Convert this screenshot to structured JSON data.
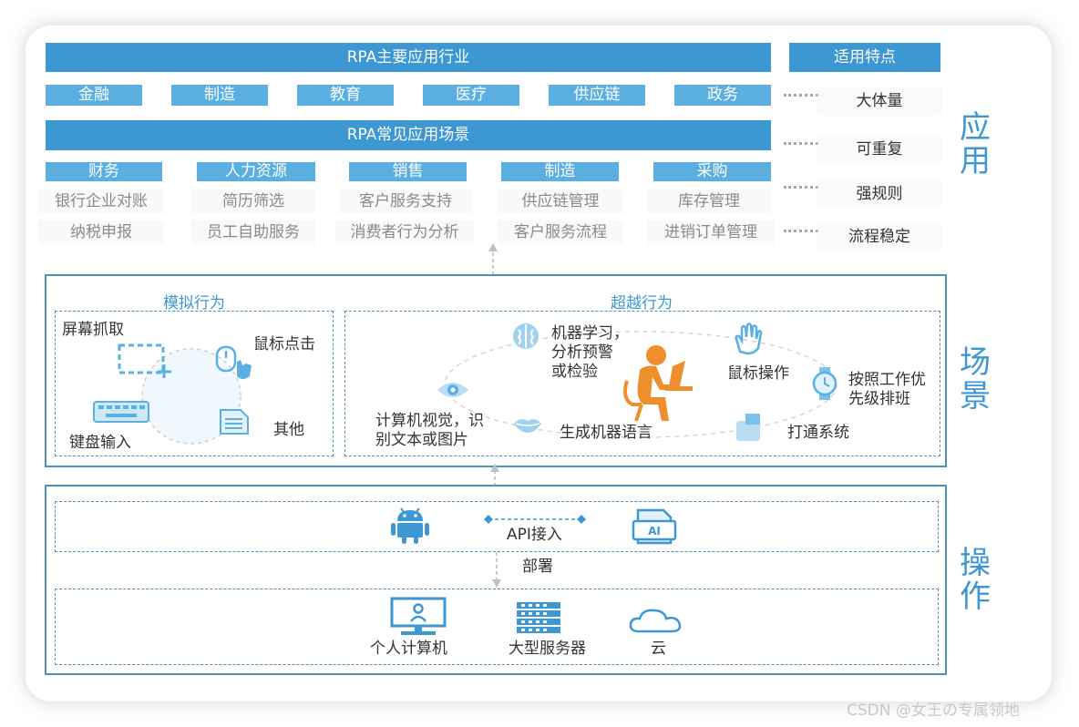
{
  "industries": {
    "title": "RPA主要应用行业",
    "items": [
      "金融",
      "制造",
      "教育",
      "医疗",
      "供应链",
      "政务"
    ]
  },
  "features": {
    "title": "适用特点",
    "items": [
      "大体量",
      "可重复",
      "强规则",
      "流程稳定"
    ]
  },
  "scenarios": {
    "title": "RPA常见应用场景",
    "categories": [
      {
        "label": "财务",
        "items": [
          "银行企业对账",
          "纳税申报"
        ]
      },
      {
        "label": "人力资源",
        "items": [
          "简历筛选",
          "员工自助服务"
        ]
      },
      {
        "label": "销售",
        "items": [
          "客户服务支持",
          "消费者行为分析"
        ]
      },
      {
        "label": "制造",
        "items": [
          "供应链管理",
          "客户服务流程"
        ]
      },
      {
        "label": "采购",
        "items": [
          "库存管理",
          "进销订单管理"
        ]
      }
    ]
  },
  "side_labels": {
    "application": "应用",
    "scene": "场景",
    "operation": "操作"
  },
  "simulate": {
    "title": "模拟行为",
    "items": {
      "screen": "屏幕抓取",
      "mouse": "鼠标点击",
      "keyboard": "键盘输入",
      "other": "其他"
    }
  },
  "beyond": {
    "title": "超越行为",
    "ml": "机器学习，\n分析预警\n或检验",
    "mouse_op": "鼠标操作",
    "priority": "按照工作优\n先级排班",
    "cv": "计算机视觉，识\n别文本或图片",
    "nlg": "生成机器语言",
    "connect": "打通系统"
  },
  "operation": {
    "api": "API接入",
    "deploy": "部署",
    "ai_icon_text": "AI",
    "pc": "个人计算机",
    "server": "大型服务器",
    "cloud": "云"
  },
  "watermark": "CSDN @女王の专属领地",
  "colors": {
    "primary": "#3d97d3",
    "chip": "#5aaee0",
    "icon": "#5ab0e2",
    "person": "#ee8f2e",
    "border": "#4f8fb8"
  }
}
